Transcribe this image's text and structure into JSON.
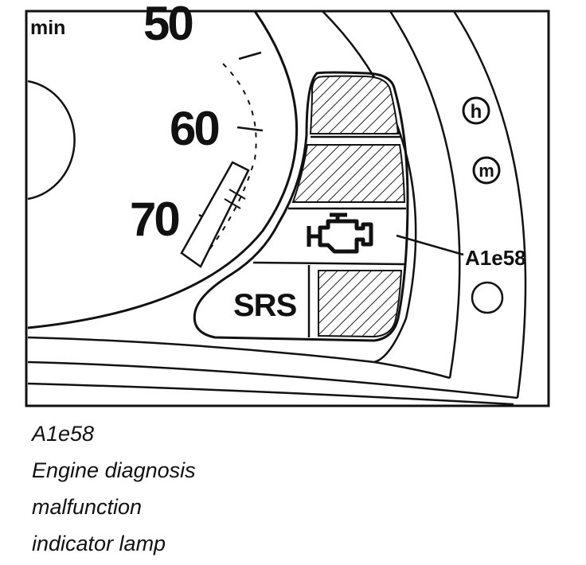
{
  "diagram": {
    "unit_label": "min",
    "scale_labels": [
      "50",
      "60",
      "70"
    ],
    "srs_label": "SRS",
    "callout_label": "A1e58",
    "button_labels": [
      "h",
      "m"
    ],
    "indicator_icons": [
      "check-engine-icon"
    ]
  },
  "caption": {
    "code": "A1e58",
    "lines": [
      "Engine diagnosis",
      "malfunction",
      "indicator lamp"
    ]
  }
}
